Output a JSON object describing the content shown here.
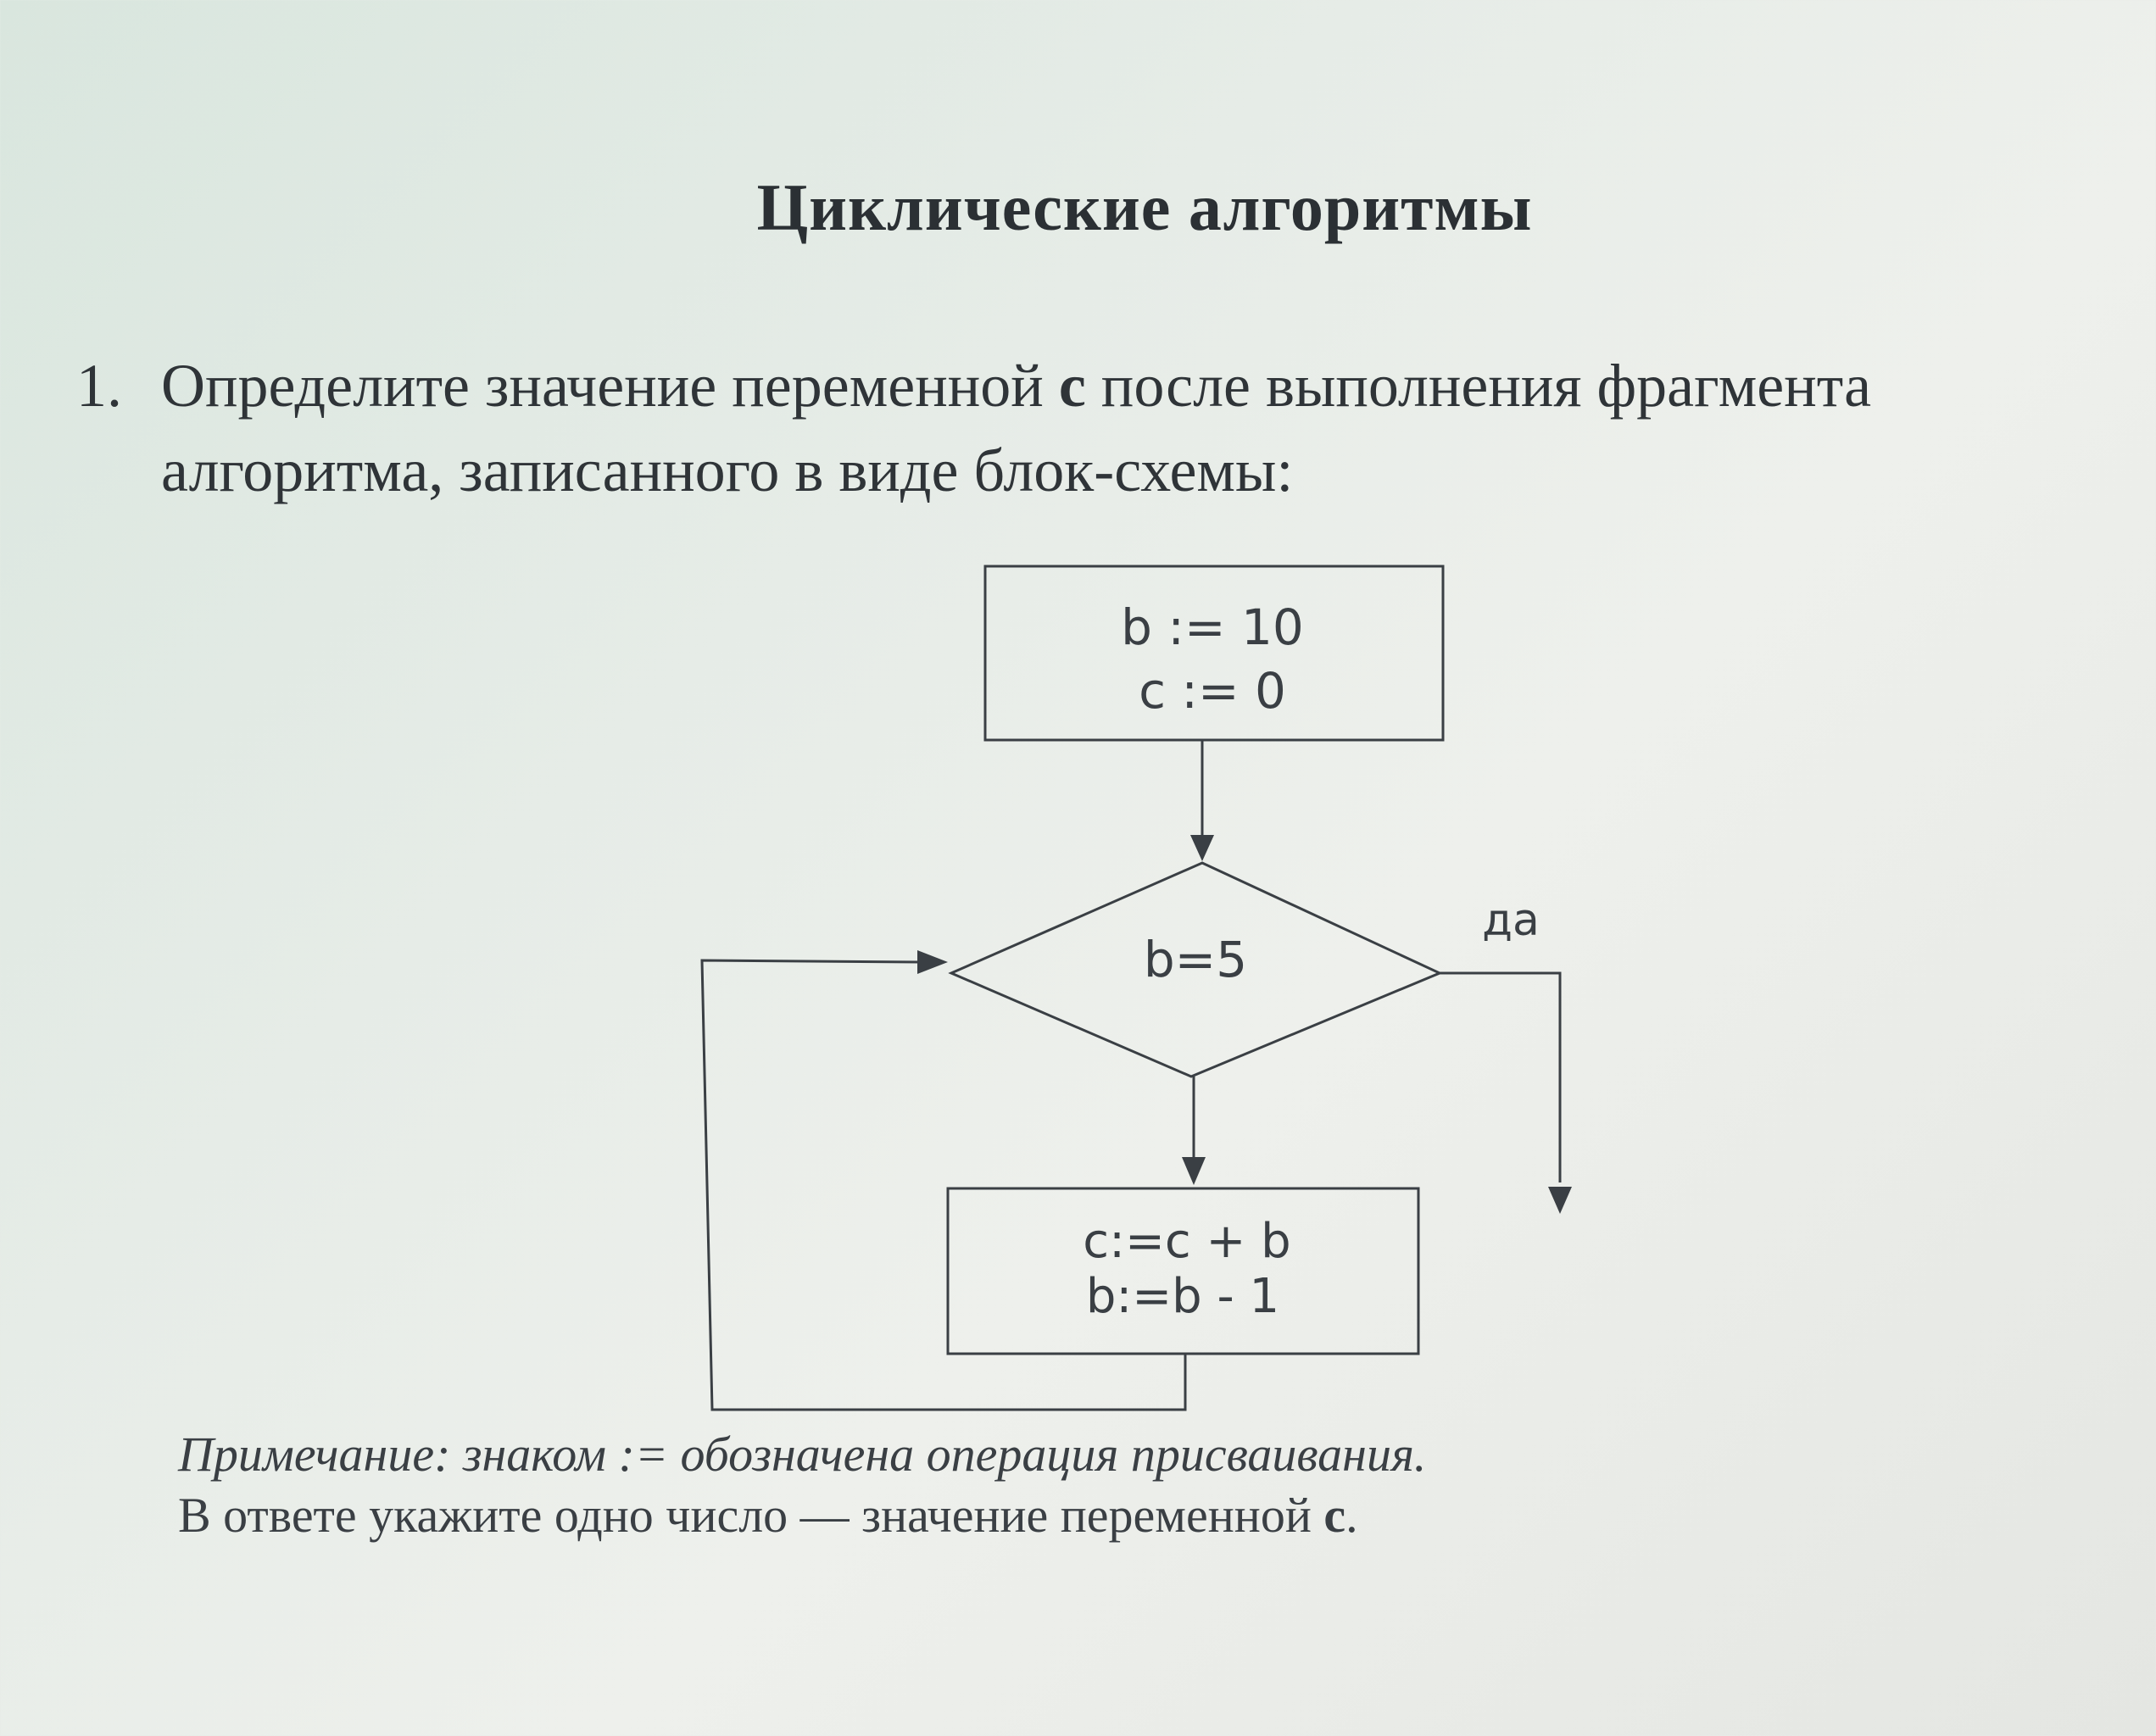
{
  "document": {
    "title": "Циклические алгоритмы",
    "question": {
      "number": "1.",
      "text_before": "Определите значение переменной ",
      "variable": "c",
      "text_after": " после выполнения фрагмента алгоритма, записанного в виде блок-схемы:"
    },
    "flowchart": {
      "init_block": {
        "line1": "b := 10",
        "line2": "c := 0"
      },
      "condition": {
        "text": "b=5",
        "yes_label": "да"
      },
      "loop_block": {
        "line1": "c:=c + b",
        "line2": "b:=b - 1"
      }
    },
    "note": {
      "line1": "Примечание: знаком := обозначена операция присваивания.",
      "line2_before": "В ответе укажите одно число — значение переменной ",
      "line2_variable": "c",
      "line2_after": "."
    }
  }
}
